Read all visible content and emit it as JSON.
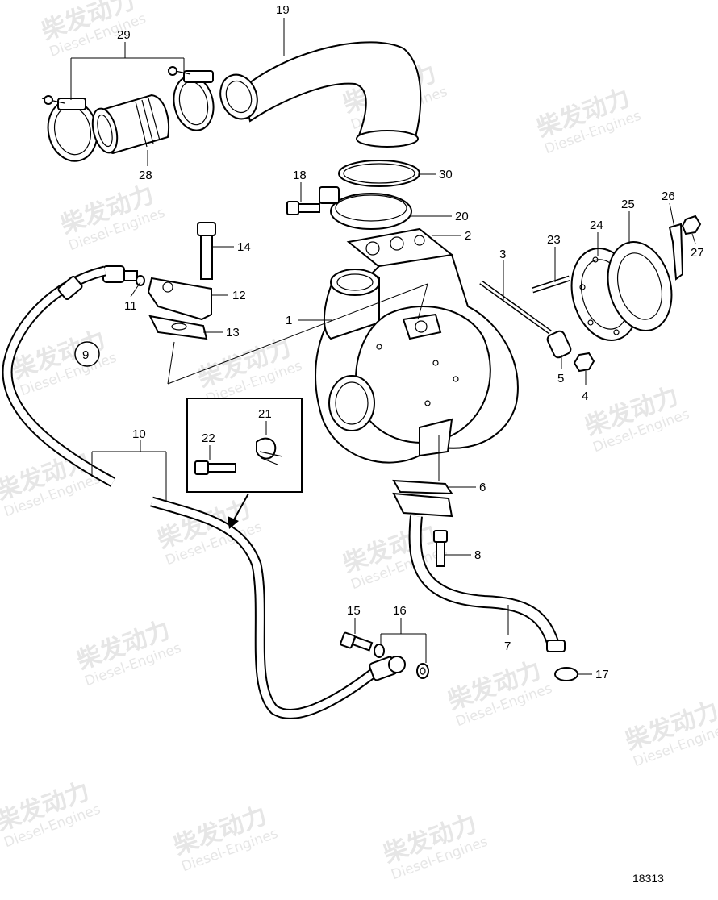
{
  "drawing_number": "18313",
  "watermark": {
    "brand_cn": "柴发动力",
    "brand_en": "Diesel-Engines"
  },
  "callouts": [
    "1",
    "2",
    "3",
    "4",
    "5",
    "6",
    "7",
    "8",
    "9",
    "10",
    "11",
    "12",
    "13",
    "14",
    "15",
    "16",
    "17",
    "18",
    "19",
    "20",
    "21",
    "22",
    "23",
    "24",
    "25",
    "26",
    "27",
    "28",
    "29",
    "30"
  ],
  "colors": {
    "line": "#000000",
    "background": "#ffffff",
    "watermark": "#e6e6e6"
  }
}
